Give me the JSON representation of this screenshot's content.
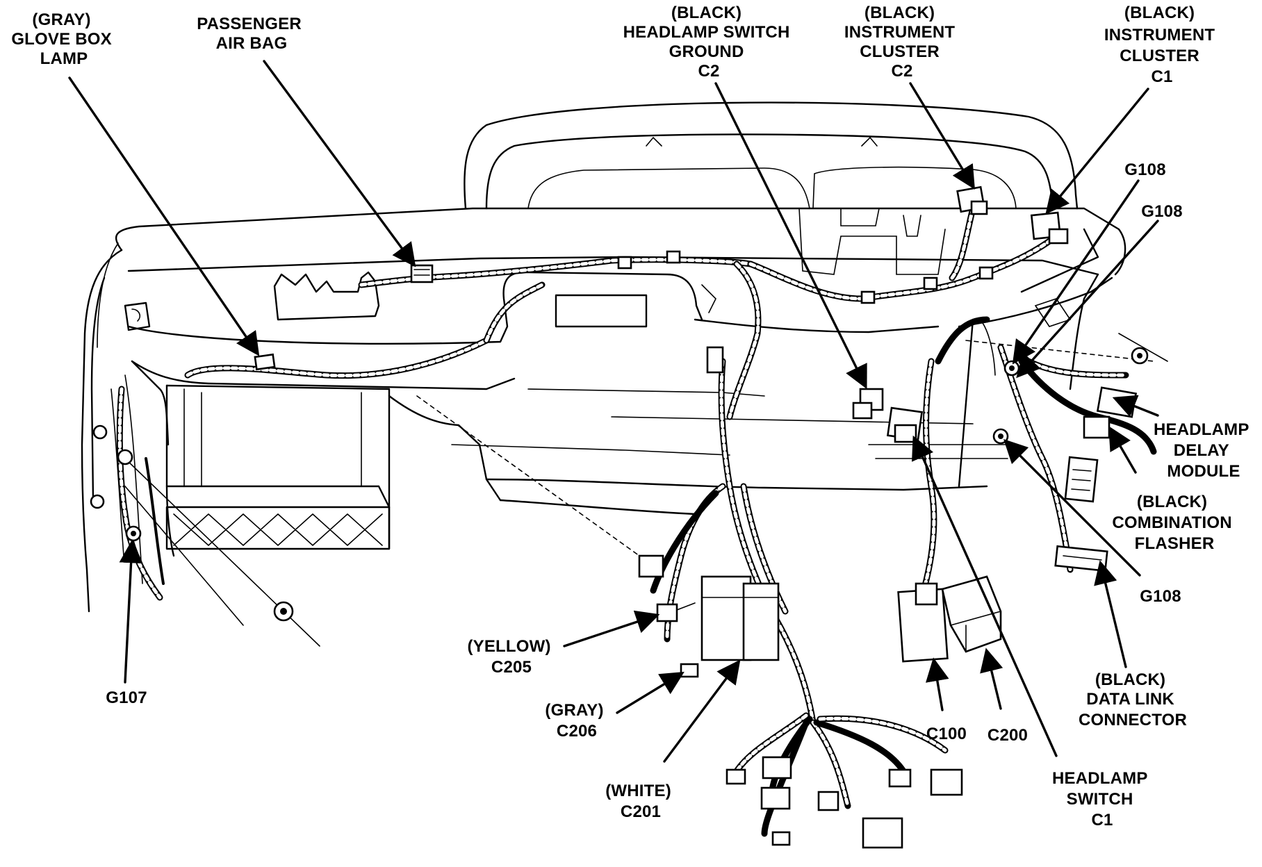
{
  "diagram": {
    "labels": {
      "glove_box_lamp": [
        "(GRAY)",
        "GLOVE BOX",
        "LAMP"
      ],
      "passenger_air_bag": [
        "PASSENGER",
        "AIR BAG"
      ],
      "headlamp_switch_ground": [
        "(BLACK)",
        "HEADLAMP SWITCH",
        "GROUND",
        "C2"
      ],
      "instrument_cluster_c2": [
        "(BLACK)",
        "INSTRUMENT",
        "CLUSTER",
        "C2"
      ],
      "instrument_cluster_c1": [
        "(BLACK)",
        "INSTRUMENT",
        "CLUSTER",
        "C1"
      ],
      "g108_a": [
        "G108"
      ],
      "g108_b": [
        "G108"
      ],
      "headlamp_delay_module": [
        "HEADLAMP",
        "DELAY",
        "MODULE"
      ],
      "combination_flasher": [
        "(BLACK)",
        "COMBINATION",
        "FLASHER"
      ],
      "g108_c": [
        "G108"
      ],
      "data_link_connector": [
        "(BLACK)",
        "DATA LINK",
        "CONNECTOR"
      ],
      "headlamp_switch_c1": [
        "HEADLAMP",
        "SWITCH",
        "C1"
      ],
      "c200": [
        "C200"
      ],
      "c100": [
        "C100"
      ],
      "white_c201": [
        "(WHITE)",
        "C201"
      ],
      "gray_c206": [
        "(GRAY)",
        "C206"
      ],
      "yellow_c205": [
        "(YELLOW)",
        "C205"
      ],
      "g107": [
        "G107"
      ]
    }
  }
}
